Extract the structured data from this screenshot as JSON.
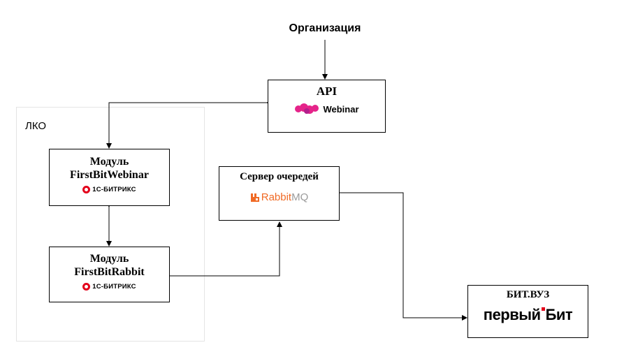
{
  "organization_label": "Организация",
  "lko_label": "ЛКО",
  "api": {
    "title": "API",
    "logo_text": "Webinar"
  },
  "module_webinar": {
    "line1": "Модуль",
    "line2": "FirstBitWebinar",
    "logo_text": "1С-БИТРИКС"
  },
  "module_rabbit": {
    "line1": "Модуль",
    "line2": "FirstBitRabbit",
    "logo_text": "1С-БИТРИКС"
  },
  "queue_server": {
    "title": "Сервер очередей",
    "logo_rabbit": "Rabbit",
    "logo_mq": "MQ"
  },
  "bitvuz": {
    "title": "БИТ.ВУЗ",
    "logo_left": "первый",
    "logo_right": "Бит"
  },
  "colors": {
    "webinar_pink": "#e5248a",
    "rabbit_orange": "#f06a25",
    "mq_gray": "#9a9a9a",
    "bitrix_red": "#e3001b",
    "bit_red": "#e3001b"
  }
}
